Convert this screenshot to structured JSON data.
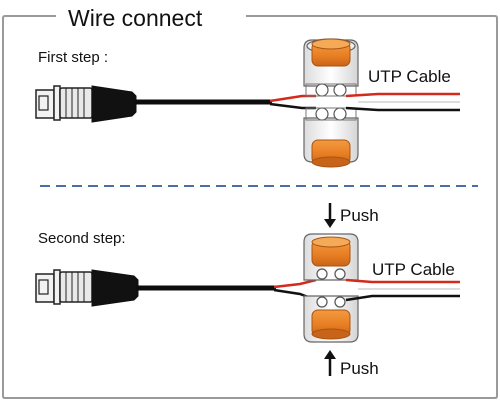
{
  "title": "Wire connect",
  "steps": [
    {
      "label": "First step :",
      "cable_label": "UTP Cable"
    },
    {
      "label": "Second step:",
      "cable_label": "UTP Cable",
      "push_top": "Push",
      "push_bottom": "Push"
    }
  ],
  "colors": {
    "frame": "#9a9a9a",
    "divider": "#4a6fa5",
    "connector_orange": "#e77d22",
    "connector_orange_dark": "#b85a10",
    "housing": "#f4f4f4",
    "wire_red": "#d42a1c",
    "wire_black": "#111111",
    "bnc_body": "#f0f0f0",
    "cable_black": "#0d0d0d"
  }
}
